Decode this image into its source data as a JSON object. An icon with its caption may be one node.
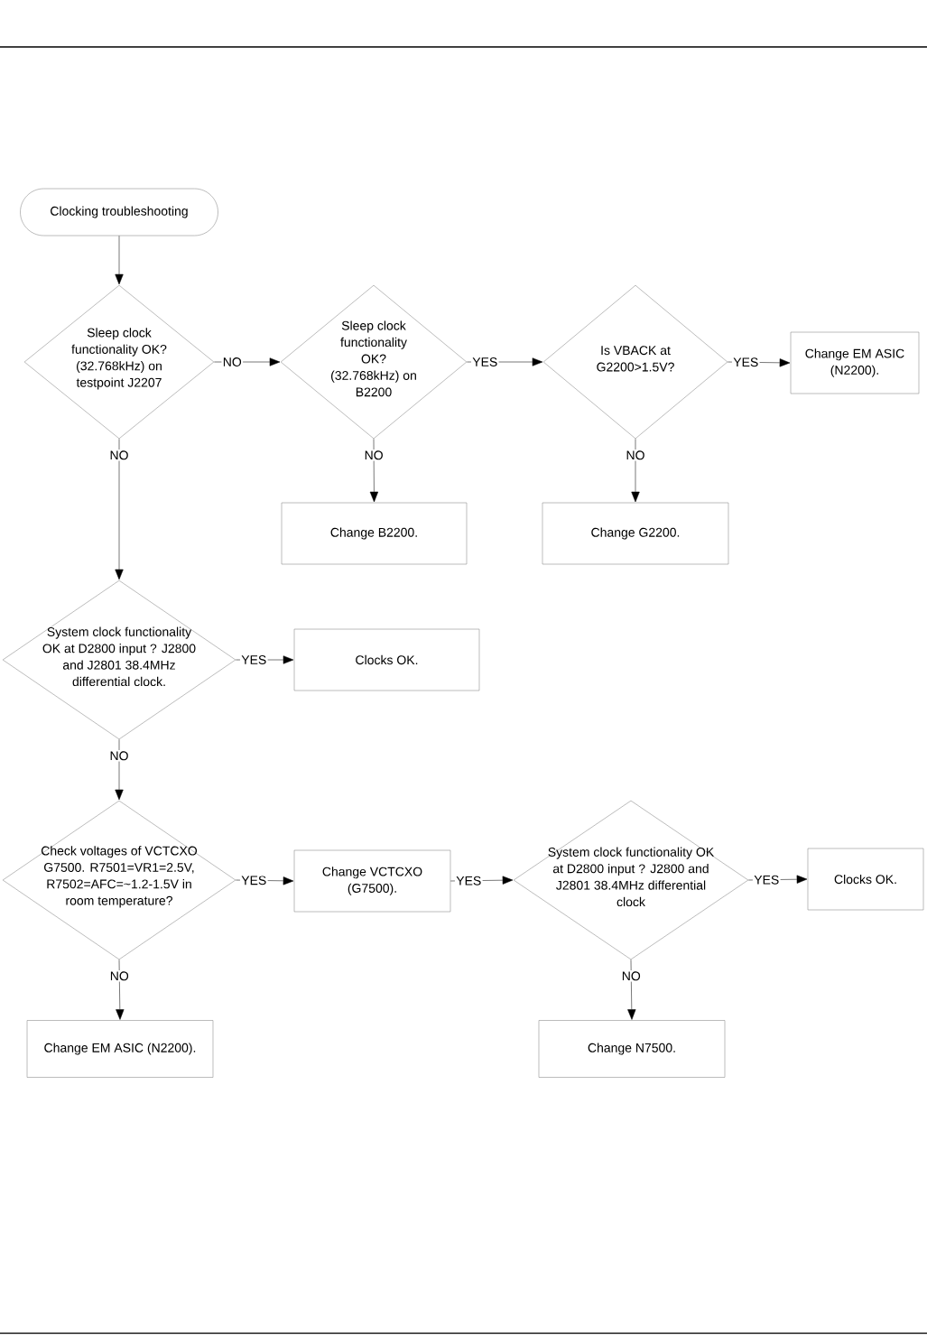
{
  "diagram": {
    "nodes": [
      {
        "text": [
          "Clocking troubleshooting"
        ]
      },
      {
        "text": [
          "Sleep clock functionality OK? (32.768kHz) on testpoint J2207"
        ]
      },
      {
        "text": [
          "Sleep clock functionality OK? (32.768kHz) on B2200"
        ]
      },
      {
        "text": [
          "Is VBACK at G2200>1.5V?"
        ]
      },
      {
        "text": [
          "Change EM ASIC (N2200)."
        ]
      },
      {
        "text": [
          "Change B2200."
        ]
      },
      {
        "text": [
          "Change G2200."
        ]
      },
      {
        "text": [
          "System clock functionality OK at D2800 input ? J2800 and J2801 38.4MHz differential clock."
        ]
      },
      {
        "text": [
          "Clocks OK."
        ]
      },
      {
        "text": [
          "Check voltages of VCTCXO G7500. R7501=VR1=2.5V, R7502=AFC=~1.2-1.5V in room temperature?"
        ]
      },
      {
        "text": [
          "Change VCTCXO (G7500)."
        ]
      },
      {
        "text": [
          "System clock functionality OK at D2800 input ? J2800 and J2801 38.4MHz differential clock"
        ]
      },
      {
        "text": [
          "Clocks OK."
        ]
      },
      {
        "text": [
          "Change EM ASIC (N2200)."
        ]
      },
      {
        "text": [
          "Change N7500."
        ]
      }
    ],
    "edges": [
      {
        "from": 0,
        "to": 1,
        "arrow": "to"
      },
      {
        "from": 1,
        "to": 2,
        "arrow": "to",
        "label": "NO"
      },
      {
        "from": 2,
        "to": 3,
        "arrow": "to",
        "label": "YES"
      },
      {
        "from": 3,
        "to": 4,
        "arrow": "to",
        "label": "YES"
      },
      {
        "from": 2,
        "to": 5,
        "arrow": "to",
        "label": "NO"
      },
      {
        "from": 3,
        "to": 6,
        "arrow": "to",
        "label": "NO"
      },
      {
        "from": 1,
        "to": 7,
        "arrow": "to",
        "label": "NO"
      },
      {
        "from": 7,
        "to": 8,
        "arrow": "to",
        "label": "YES"
      },
      {
        "from": 7,
        "to": 9,
        "arrow": "to",
        "label": "NO"
      },
      {
        "from": 9,
        "to": 10,
        "arrow": "to",
        "label": "YES"
      },
      {
        "from": 10,
        "to": 11,
        "arrow": "to",
        "label": "YES"
      },
      {
        "from": 11,
        "to": 12,
        "arrow": "to",
        "label": "YES"
      },
      {
        "from": 9,
        "to": 13,
        "arrow": "to",
        "label": "NO"
      },
      {
        "from": 11,
        "to": 14,
        "arrow": "to",
        "label": "NO"
      }
    ]
  }
}
